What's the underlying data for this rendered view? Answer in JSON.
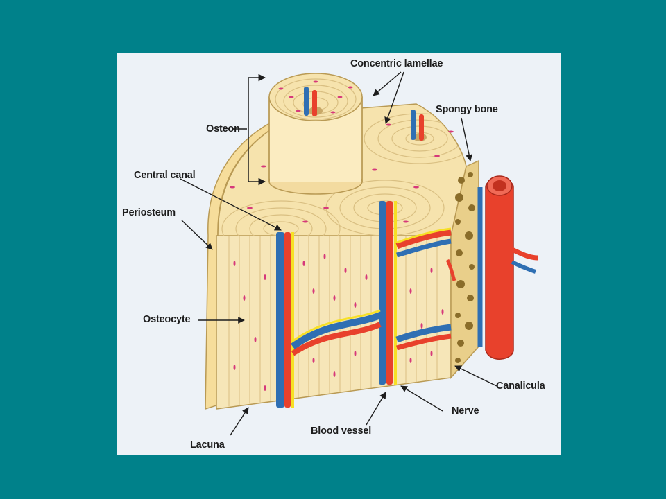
{
  "colors": {
    "background": "#00818a",
    "panel": "#edf2f7",
    "bone": "#f3e3b4",
    "lacuna": "#d6397a",
    "artery": "#e8412c",
    "vein": "#2f6fb3",
    "nerve": "#f7e025",
    "spongy": "#8a6d2a"
  },
  "labels": {
    "concentric_lamellae": "Concentric lamellae",
    "spongy_bone": "Spongy bone",
    "osteon": "Osteon",
    "central_canal": "Central canal",
    "periosteum": "Periosteum",
    "osteocyte": "Osteocyte",
    "canalicula": "Canalicula",
    "nerve": "Nerve",
    "blood_vessel": "Blood vessel",
    "lacuna": "Lacuna"
  }
}
